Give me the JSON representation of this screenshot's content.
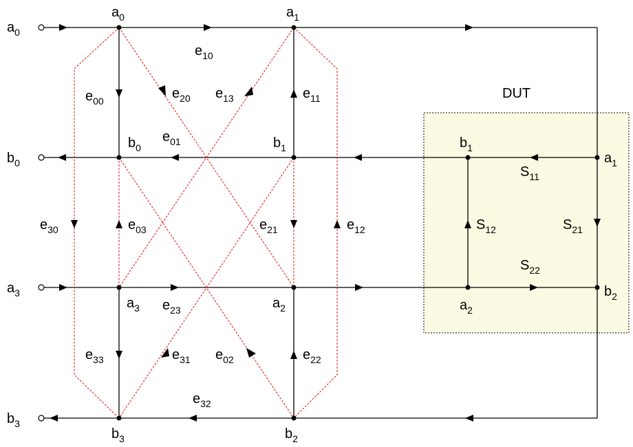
{
  "dut": {
    "label": "DUT",
    "fill": "#fbfbe3"
  },
  "ports": {
    "a0": {
      "main": "a",
      "sub": "0"
    },
    "b0": {
      "main": "b",
      "sub": "0"
    },
    "a3": {
      "main": "a",
      "sub": "3"
    },
    "b3": {
      "main": "b",
      "sub": "3"
    }
  },
  "nodes": {
    "a0": {
      "main": "a",
      "sub": "0"
    },
    "a1": {
      "main": "a",
      "sub": "1"
    },
    "b0": {
      "main": "b",
      "sub": "0"
    },
    "b1": {
      "main": "b",
      "sub": "1"
    },
    "a3": {
      "main": "a",
      "sub": "3"
    },
    "a2": {
      "main": "a",
      "sub": "2"
    },
    "b3": {
      "main": "b",
      "sub": "3"
    },
    "b2": {
      "main": "b",
      "sub": "2"
    },
    "dut_b1": {
      "main": "b",
      "sub": "1"
    },
    "dut_a1": {
      "main": "a",
      "sub": "1"
    },
    "dut_a2": {
      "main": "a",
      "sub": "2"
    },
    "dut_b2": {
      "main": "b",
      "sub": "2"
    }
  },
  "edges": {
    "e10": {
      "main": "e",
      "sub": "10"
    },
    "e00": {
      "main": "e",
      "sub": "00"
    },
    "e20": {
      "main": "e",
      "sub": "20"
    },
    "e13": {
      "main": "e",
      "sub": "13"
    },
    "e11": {
      "main": "e",
      "sub": "11"
    },
    "e01": {
      "main": "e",
      "sub": "01"
    },
    "e30": {
      "main": "e",
      "sub": "30"
    },
    "e03": {
      "main": "e",
      "sub": "03"
    },
    "e21": {
      "main": "e",
      "sub": "21"
    },
    "e12": {
      "main": "e",
      "sub": "12"
    },
    "e23": {
      "main": "e",
      "sub": "23"
    },
    "e33": {
      "main": "e",
      "sub": "33"
    },
    "e31": {
      "main": "e",
      "sub": "31"
    },
    "e02": {
      "main": "e",
      "sub": "02"
    },
    "e22": {
      "main": "e",
      "sub": "22"
    },
    "e32": {
      "main": "e",
      "sub": "32"
    },
    "S11": {
      "main": "S",
      "sub": "11"
    },
    "S21": {
      "main": "S",
      "sub": "21"
    },
    "S12": {
      "main": "S",
      "sub": "12"
    },
    "S22": {
      "main": "S",
      "sub": "22"
    }
  }
}
